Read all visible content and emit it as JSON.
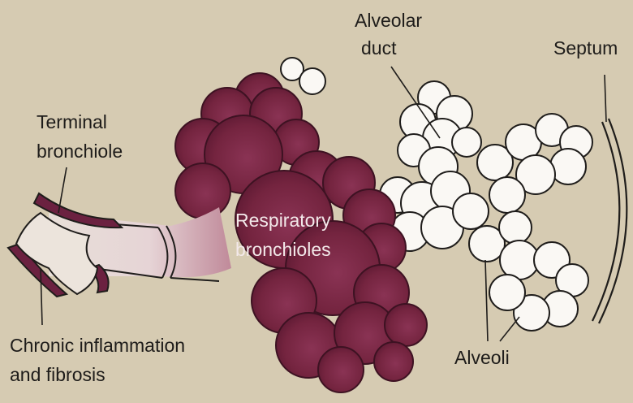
{
  "labels": {
    "alveolar_duct_line1": "Alveolar",
    "alveolar_duct_line2": "duct",
    "septum": "Septum",
    "terminal_bronchiole_line1": "Terminal",
    "terminal_bronchiole_line2": "bronchiole",
    "respiratory_bronchioles_line1": "Respiratory",
    "respiratory_bronchioles_line2": "bronchioles",
    "chronic_line1": "Chronic inflammation",
    "chronic_line2": "and fibrosis",
    "alveoli": "Alveoli"
  },
  "colors": {
    "background": "#d6cbb2",
    "diseased_tissue": "#7a2a47",
    "diseased_tissue_dark": "#5c1a33",
    "alveoli_fill": "#faf8f4",
    "outline": "#1f1d1b"
  }
}
